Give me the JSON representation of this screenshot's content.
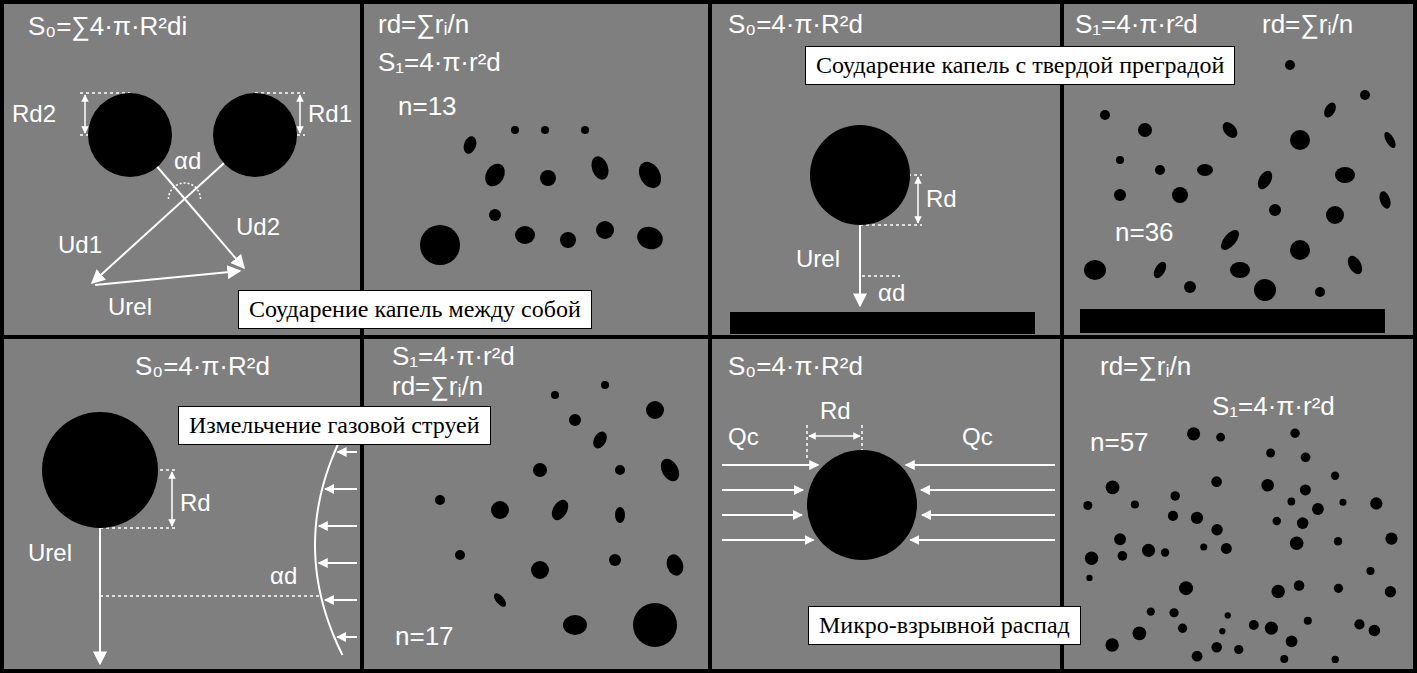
{
  "diagram": {
    "nodes": [
      {
        "text": [
          "S₀=∑4·π·R²di",
          "Rd2",
          "Rd1",
          "αd",
          "Ud1",
          "Ud2",
          "Urel"
        ]
      },
      {
        "text": [
          "rd=∑rᵢ/n",
          "S₁=4·π·r²d",
          "n=13"
        ]
      },
      {
        "text": [
          "Соударение капель между собой"
        ]
      },
      {
        "text": [
          "S₀=4·π·R²d",
          "Rd",
          "Urel",
          "αd"
        ]
      },
      {
        "text": [
          "Соударение капель с твердой преградой"
        ]
      },
      {
        "text": [
          "S₁=4·π·r²d",
          "rd=∑rᵢ/n",
          "n=36"
        ]
      },
      {
        "text": [
          "S₀=4·π·R²d",
          "Rd",
          "Urel",
          "αd"
        ]
      },
      {
        "text": [
          "Измельчение газовой струей"
        ]
      },
      {
        "text": [
          "S₁=4·π·r²d",
          "rd=∑rᵢ/n",
          "n=17"
        ]
      },
      {
        "text": [
          "S₀=4·π·R²d",
          "Rd",
          "Qc",
          "Qc"
        ]
      },
      {
        "text": [
          "Микро-взрывной распад"
        ]
      },
      {
        "text": [
          "rd=∑rᵢ/n",
          "S₁=4·π·r²d",
          "n=57"
        ]
      }
    ]
  }
}
